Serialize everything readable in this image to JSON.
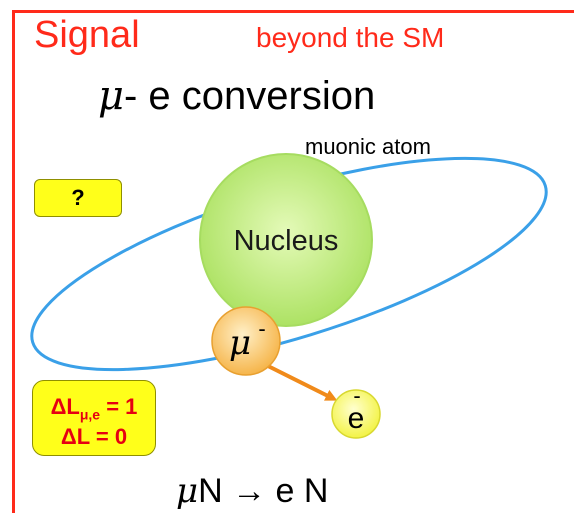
{
  "header": {
    "title": "Signal",
    "subtitle": "beyond the SM"
  },
  "process": {
    "mu_symbol": "μ",
    "conversion_text": "- e conversion"
  },
  "atom": {
    "label": "muonic atom",
    "nucleus_label": "Nucleus",
    "muon_label": "μ",
    "muon_charge": "-",
    "electron_label": "e",
    "electron_charge": "-"
  },
  "question_box": {
    "text": "?"
  },
  "lepton_box": {
    "delta_symbol": "ΔL",
    "subscript": "μ,e",
    "line1_rhs": " = 1",
    "line2": "ΔL = 0"
  },
  "reaction": {
    "mu_symbol": "μ",
    "text": "N → e N"
  },
  "colors": {
    "border": "#ff2a1a",
    "orbit": "#3aa0e8",
    "nucleus_fill": "#c8f08a",
    "muon_fill": "#ffd27a",
    "electron_fill": "#ffff66",
    "arrow": "#f08a1a",
    "box_fill": "#ffff1a"
  }
}
